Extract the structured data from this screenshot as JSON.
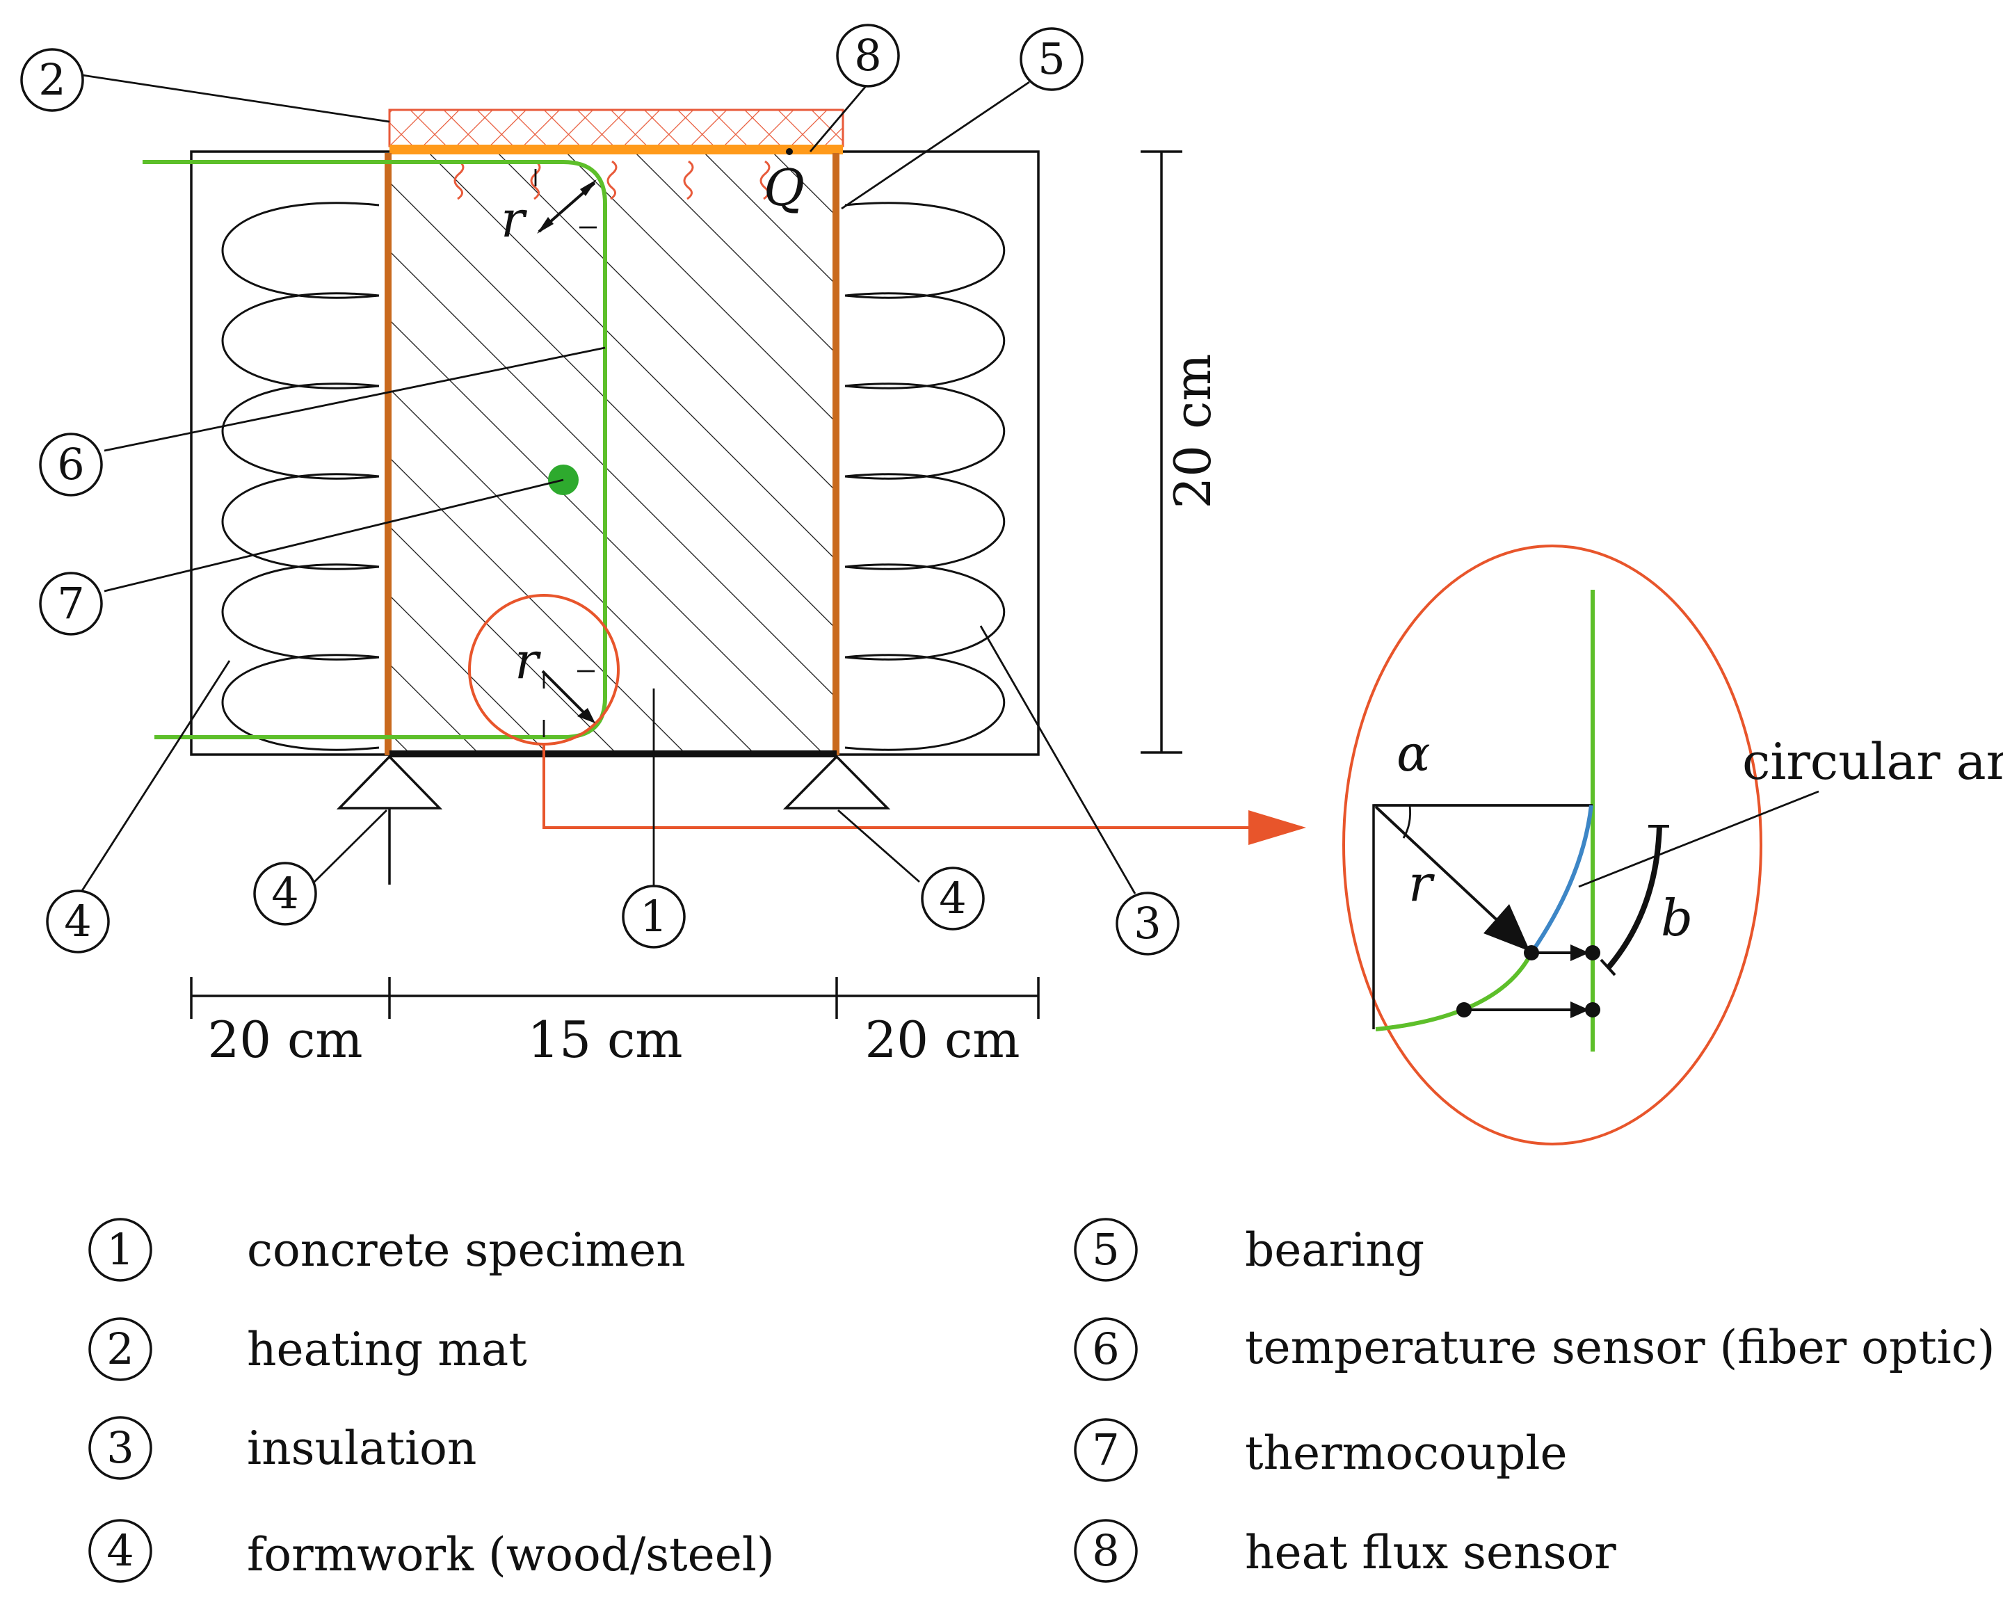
{
  "callouts": [
    "1",
    "2",
    "3",
    "4",
    "5",
    "6",
    "7",
    "8"
  ],
  "symbols": {
    "radius": "r",
    "heat_flux": "Q",
    "angle": "α",
    "arc_length": "b"
  },
  "dimensions": {
    "left_width": "20 cm",
    "middle_width": "15 cm",
    "right_width": "20 cm",
    "height": "20 cm"
  },
  "detail": {
    "circular_arc_label": "circular arc"
  },
  "legend": [
    {
      "num": "1",
      "text": "concrete  specimen"
    },
    {
      "num": "2",
      "text": "heating mat"
    },
    {
      "num": "3",
      "text": "insulation"
    },
    {
      "num": "4",
      "text": "formwork (wood/steel)"
    },
    {
      "num": "5",
      "text": "bearing"
    },
    {
      "num": "6",
      "text": "temperature sensor (fiber optic)"
    },
    {
      "num": "7",
      "text": "thermocouple"
    },
    {
      "num": "8",
      "text": "heat flux sensor"
    }
  ],
  "colors": {
    "fiber": "#5dbf2a",
    "formwork": "#c96a1e",
    "heating_mat_top": "#ff9a1a",
    "heating_mat_hatch": "#e85a3a",
    "detail_circle": "#e8552b",
    "arc_blue": "#3d86c6",
    "thermocouple": "#2eaa2e"
  }
}
